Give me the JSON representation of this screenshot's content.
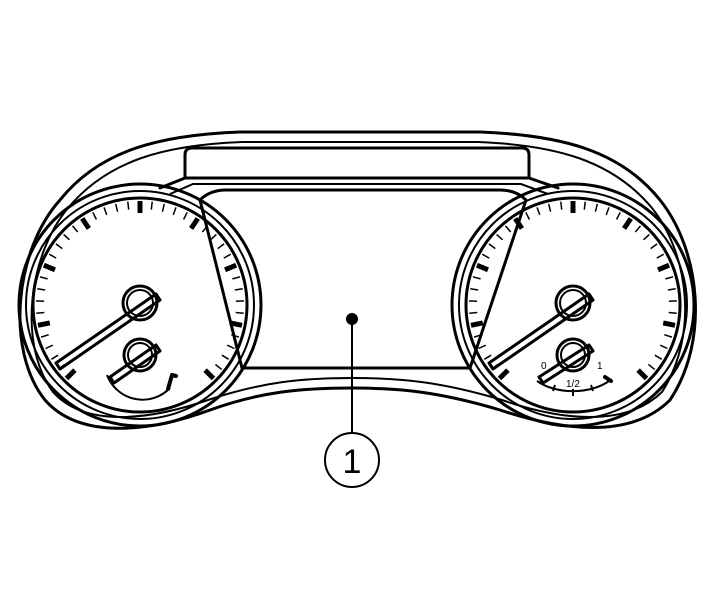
{
  "diagram": {
    "subject": "instrument-cluster",
    "colors": {
      "line": "#000000",
      "background": "#ffffff"
    },
    "left_gauge": {
      "name": "speedometer-style dial",
      "sub_gauge": "lower small dial"
    },
    "right_gauge": {
      "name": "tachometer-style dial",
      "sub_gauge_labels": {
        "min": "0",
        "mid": "1/2",
        "max": "1"
      }
    },
    "center_display": {
      "name": "multi-information display"
    },
    "callouts": [
      {
        "number": "1",
        "target": "center-display"
      }
    ]
  }
}
